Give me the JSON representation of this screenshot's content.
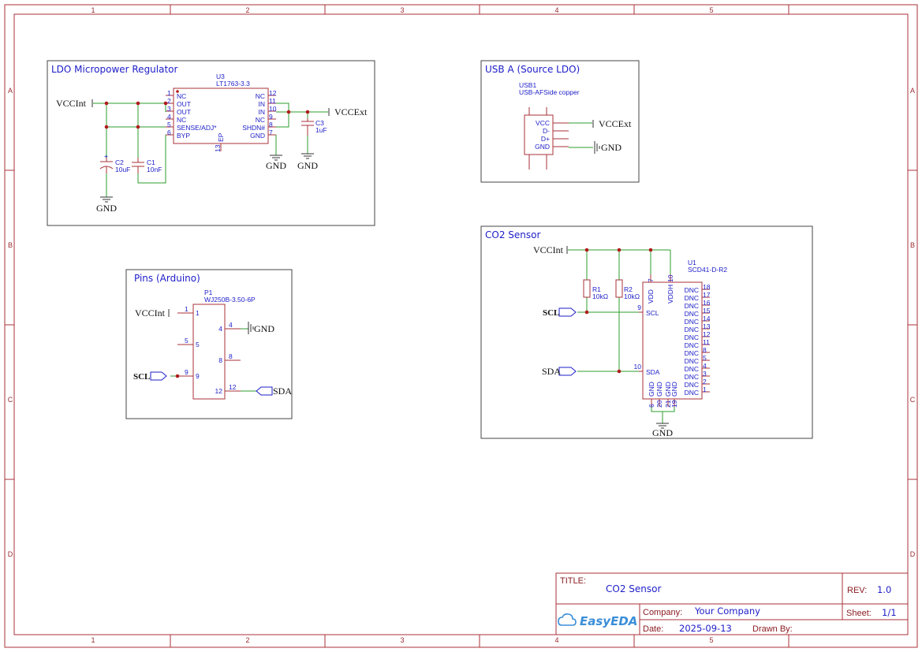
{
  "sheet": {
    "columns": [
      "1",
      "2",
      "3",
      "4",
      "5"
    ],
    "rows": [
      "A",
      "B",
      "C",
      "D"
    ]
  },
  "blocks": {
    "ldo": {
      "title": "LDO Micropower Regulator",
      "u3": {
        "ref": "U3",
        "value": "LT1763-3.3",
        "left_pins": [
          {
            "num": "1",
            "name": "NC"
          },
          {
            "num": "2",
            "name": "OUT"
          },
          {
            "num": "3",
            "name": "OUT"
          },
          {
            "num": "4",
            "name": "NC"
          },
          {
            "num": "5",
            "name": "SENSE/ADJ*"
          },
          {
            "num": "6",
            "name": "BYP"
          }
        ],
        "right_pins": [
          {
            "num": "12",
            "name": "NC"
          },
          {
            "num": "11",
            "name": "IN"
          },
          {
            "num": "10",
            "name": "IN"
          },
          {
            "num": "9",
            "name": "NC"
          },
          {
            "num": "8",
            "name": "SHDN#"
          },
          {
            "num": "7",
            "name": "GND"
          }
        ],
        "bottom_pin": {
          "num": "13",
          "name": "EP"
        }
      },
      "c2": {
        "ref": "C2",
        "value": "10uF"
      },
      "c1": {
        "ref": "C1",
        "value": "10nF"
      },
      "c3": {
        "ref": "C3",
        "value": "1uF"
      },
      "nets": {
        "vccint": "VCCInt",
        "vccext": "VCCExt",
        "gnd": "GND"
      }
    },
    "usb": {
      "title": "USB A (Source LDO)",
      "ref": "USB1",
      "value": "USB-AFSide copper",
      "pins": [
        "VCC",
        "D-",
        "D+",
        "GND"
      ],
      "nets": {
        "vccext": "VCCExt",
        "gnd": "GND"
      }
    },
    "pins": {
      "title": "Pins (Arduino)",
      "ref": "P1",
      "value": "WJ250B-3.50-6P",
      "left_pins": [
        {
          "num": "1"
        },
        {
          "num": "5"
        },
        {
          "num": "9"
        }
      ],
      "right_pins": [
        {
          "num": "4"
        },
        {
          "num": "8"
        },
        {
          "num": "12"
        }
      ],
      "nets": {
        "vccint": "VCCInt",
        "gnd": "GND",
        "scl": "SCL",
        "sda": "SDA"
      }
    },
    "co2": {
      "title": "CO2 Sensor",
      "u1": {
        "ref": "U1",
        "value": "SCD41-D-R2",
        "top_pins": [
          {
            "num": "7",
            "name": "VDD"
          },
          {
            "num": "10",
            "name": "VDDH"
          }
        ],
        "left_pins": [
          {
            "num": "9",
            "name": "SCL"
          },
          {
            "num": "10",
            "name": "SDA"
          }
        ],
        "bottom_pins": [
          {
            "num": "6",
            "name": "GND"
          },
          {
            "num": "20",
            "name": "GND"
          },
          {
            "num": "21",
            "name": "GND"
          },
          {
            "num": "19",
            "name": "GND"
          }
        ],
        "dnc_pins": [
          "18",
          "17",
          "16",
          "15",
          "14",
          "13",
          "12",
          "11",
          "8",
          "5",
          "4",
          "3",
          "2",
          "1"
        ],
        "dnc_name": "DNC"
      },
      "r1": {
        "ref": "R1",
        "value": "10kΩ"
      },
      "r2": {
        "ref": "R2",
        "value": "10kΩ"
      },
      "nets": {
        "vccint": "VCCInt",
        "scl": "SCL",
        "sda": "SDA",
        "gnd": "GND"
      }
    }
  },
  "title_block": {
    "title_label": "TITLE:",
    "title": "CO2 Sensor",
    "rev_label": "REV:",
    "rev": "1.0",
    "company_label": "Company:",
    "company": "Your Company",
    "sheet_label": "Sheet:",
    "sheet": "1/1",
    "date_label": "Date:",
    "date": "2025-09-13",
    "drawn_label": "Drawn By:",
    "drawn": "",
    "logo": "EasyEDA"
  },
  "colors": {
    "frame": "#a83238",
    "wire": "#2d9c2d",
    "pin_text": "#1d1dc9",
    "junction": "#b01c1c"
  }
}
